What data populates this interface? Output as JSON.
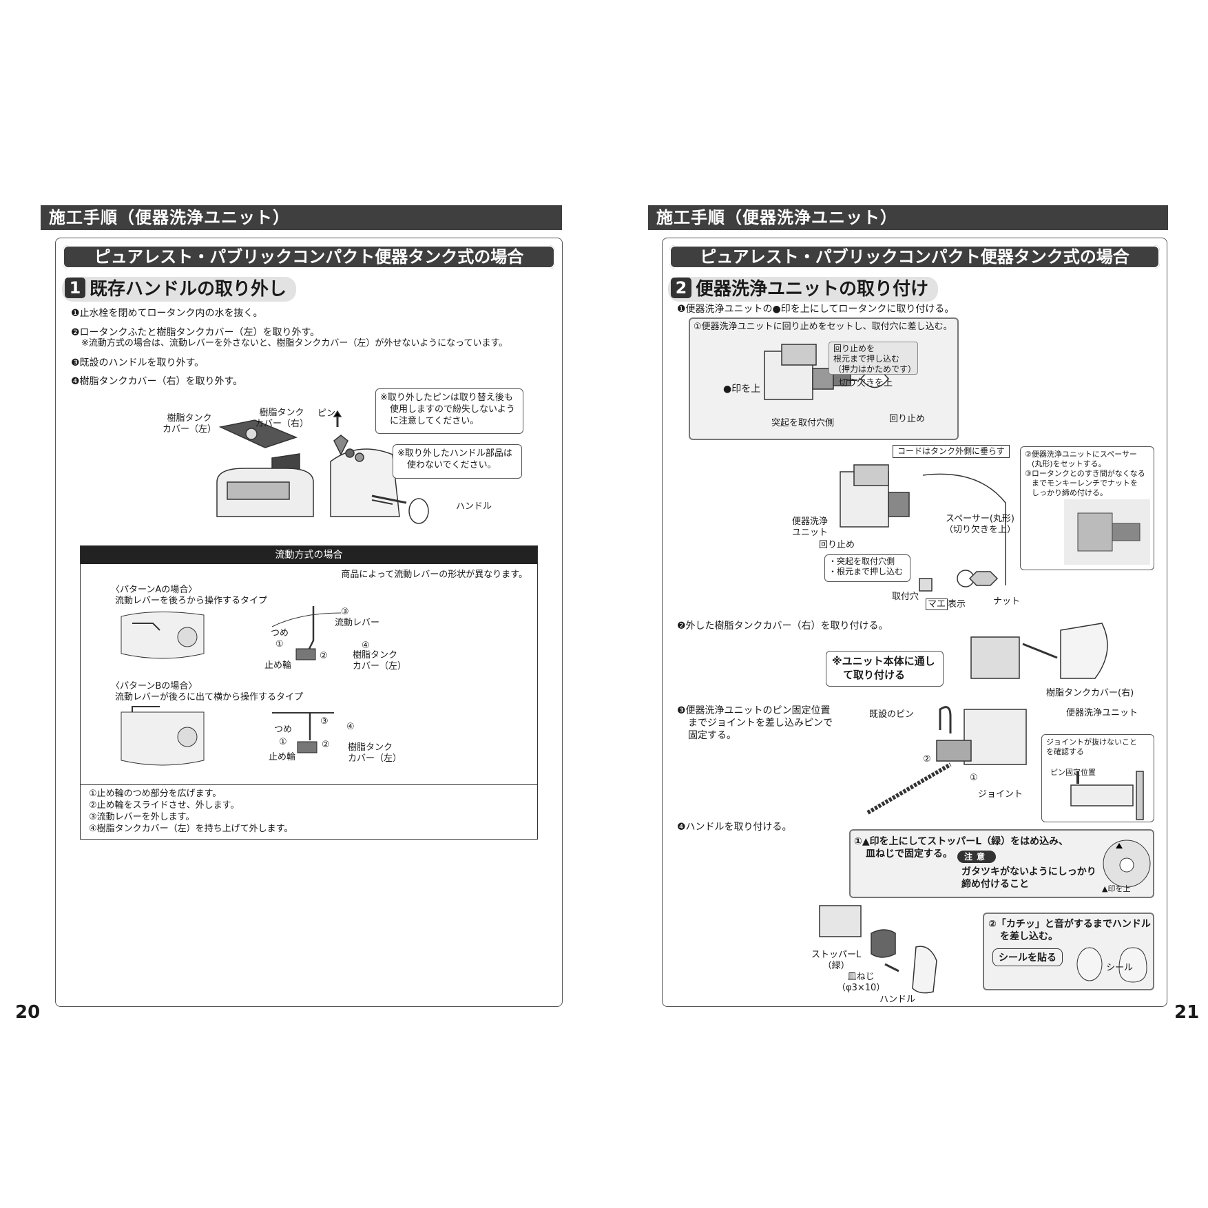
{
  "left": {
    "header": "施工手順（便器洗浄ユニット）",
    "banner": "ピュアレスト・パブリックコンパクト便器タンク式の場合",
    "step_number": "1",
    "step_title": "既存ハンドルの取り外し",
    "instructions": [
      "❶止水栓を閉めてロータンク内の水を抜く。",
      "❷ロータンクふたと樹脂タンクカバー（左）を取り外す。",
      "※流動方式の場合は、流動レバーを外さないと、樹脂タンクカバー（左）が外せないようになっています。",
      "❸既設のハンドルを取り外す。",
      "❹樹脂タンクカバー（右）を取り外す。"
    ],
    "fig": {
      "cover_left": [
        "樹脂タンク",
        "カバー（左）"
      ],
      "cover_right": [
        "樹脂タンク",
        "カバー（右）"
      ],
      "pin": "ピン",
      "handle": "ハンドル",
      "note_pin": [
        "※取り外したピンは取り替え後も",
        "使用しますので紛失しないよう",
        "に注意してください。"
      ],
      "note_handle": [
        "※取り外したハンドル部品は",
        "使わないでください。"
      ]
    },
    "flow": {
      "title": "流動方式の場合",
      "sub": "商品によって流動レバーの形状が異なります。",
      "patternA": [
        "〈パターンAの場合〉",
        "流動レバーを後ろから操作するタイプ"
      ],
      "patternB": [
        "〈パターンBの場合〉",
        "流動レバーが後ろに出て横から操作するタイプ"
      ],
      "labels": {
        "lever": "流動レバー",
        "tsume": "つめ",
        "ring": "止め輪",
        "cover": [
          "樹脂タンク",
          "カバー（左）"
        ],
        "n1": "①",
        "n2": "②",
        "n3": "③",
        "n4": "④"
      },
      "steps": [
        "①止め輪のつめ部分を広げます。",
        "②止め輪をスライドさせ、外します。",
        "③流動レバーを外します。",
        "④樹脂タンクカバー（左）を持ち上げて外します。"
      ]
    },
    "page_number": "20"
  },
  "right": {
    "header": "施工手順（便器洗浄ユニット）",
    "banner": "ピュアレスト・パブリックコンパクト便器タンク式の場合",
    "step_number": "2",
    "step_title": "便器洗浄ユニットの取り付け",
    "inst1": "❶便器洗浄ユニットの●印を上にしてロータンクに取り付ける。",
    "detail1": {
      "title": "①便器洗浄ユニットに回り止めをセットし、取付穴に差し込む。",
      "mark_up": "●印を上",
      "push": [
        "回り止めを",
        "根元まで押し込む",
        "（押力はかためです）"
      ],
      "notch_up": "切り欠きを上",
      "stopper": "回り止め",
      "protrusion": "突起を取付穴側"
    },
    "mid": {
      "cord": "コードはタンク外側に垂らす",
      "unit": [
        "便器洗浄",
        "ユニット"
      ],
      "stopper": "回り止め",
      "check": [
        "・突起を取付穴側",
        "・根元まで押し込む"
      ],
      "spacer": [
        "スペーサー(丸形)",
        "（切り欠きを上）"
      ],
      "hole": "取付穴",
      "mark_box": "マエ",
      "mark": "表示",
      "nut": "ナット",
      "side_note": [
        "②便器洗浄ユニットにスペーサー",
        "(丸形)をセットする。",
        "③ロータンクとのすき間がなくなる",
        "までモンキーレンチでナットを",
        "しっかり締め付ける。"
      ]
    },
    "inst2": "❷外した樹脂タンクカバー（右）を取り付ける。",
    "inst2_note": [
      "※ユニット本体に通し",
      "て取り付ける"
    ],
    "inst2_label": "樹脂タンクカバー(右)",
    "inst3": [
      "❸便器洗浄ユニットのピン固定位置",
      "までジョイントを差し込みピンで",
      "固定する。"
    ],
    "fig3": {
      "existing_pin": "既設のピン",
      "unit": "便器洗浄ユニット",
      "joint": "ジョイント",
      "check": [
        "ジョイントが抜けないこと",
        "を確認する"
      ],
      "pin_pos": "ピン固定位置",
      "n1": "①",
      "n2": "②"
    },
    "inst4": "❹ハンドルを取り付ける。",
    "fig4": {
      "step1": [
        "①▲印を上にしてストッパーL（緑）をはめ込み、",
        "皿ねじで固定する。"
      ],
      "caution": "注意",
      "caution_text": [
        "ガタツキがないようにしっかり",
        "締め付けること"
      ],
      "mark_up": "▲印を上",
      "step2": [
        "②「カチッ」と音がするまでハンドル",
        "を差し込む。"
      ],
      "seal_btn": "シールを貼る",
      "seal": "シール",
      "stopper": [
        "ストッパーL",
        "（緑）"
      ],
      "screw": [
        "皿ねじ",
        "（φ3×10）"
      ],
      "handle": "ハンドル"
    },
    "page_number": "21"
  }
}
